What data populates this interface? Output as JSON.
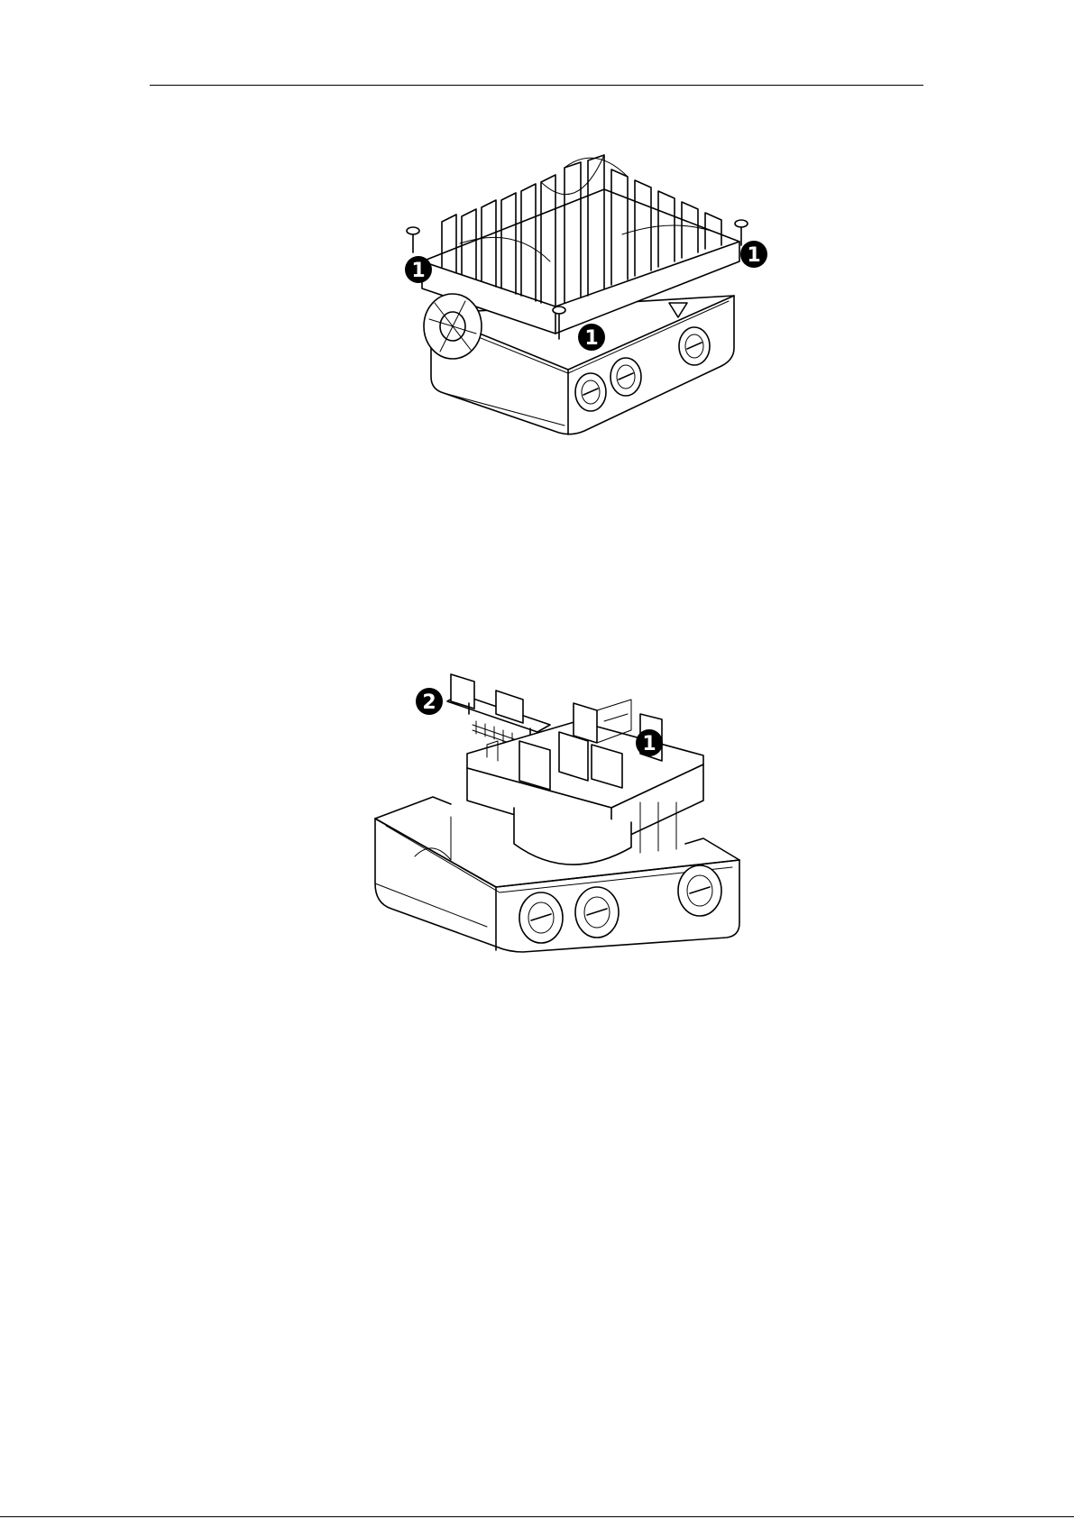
{
  "figures": [
    {
      "id": "figure-1",
      "markers": [
        "1",
        "1",
        "1"
      ]
    },
    {
      "id": "figure-2",
      "markers": [
        "2",
        "1"
      ]
    }
  ]
}
